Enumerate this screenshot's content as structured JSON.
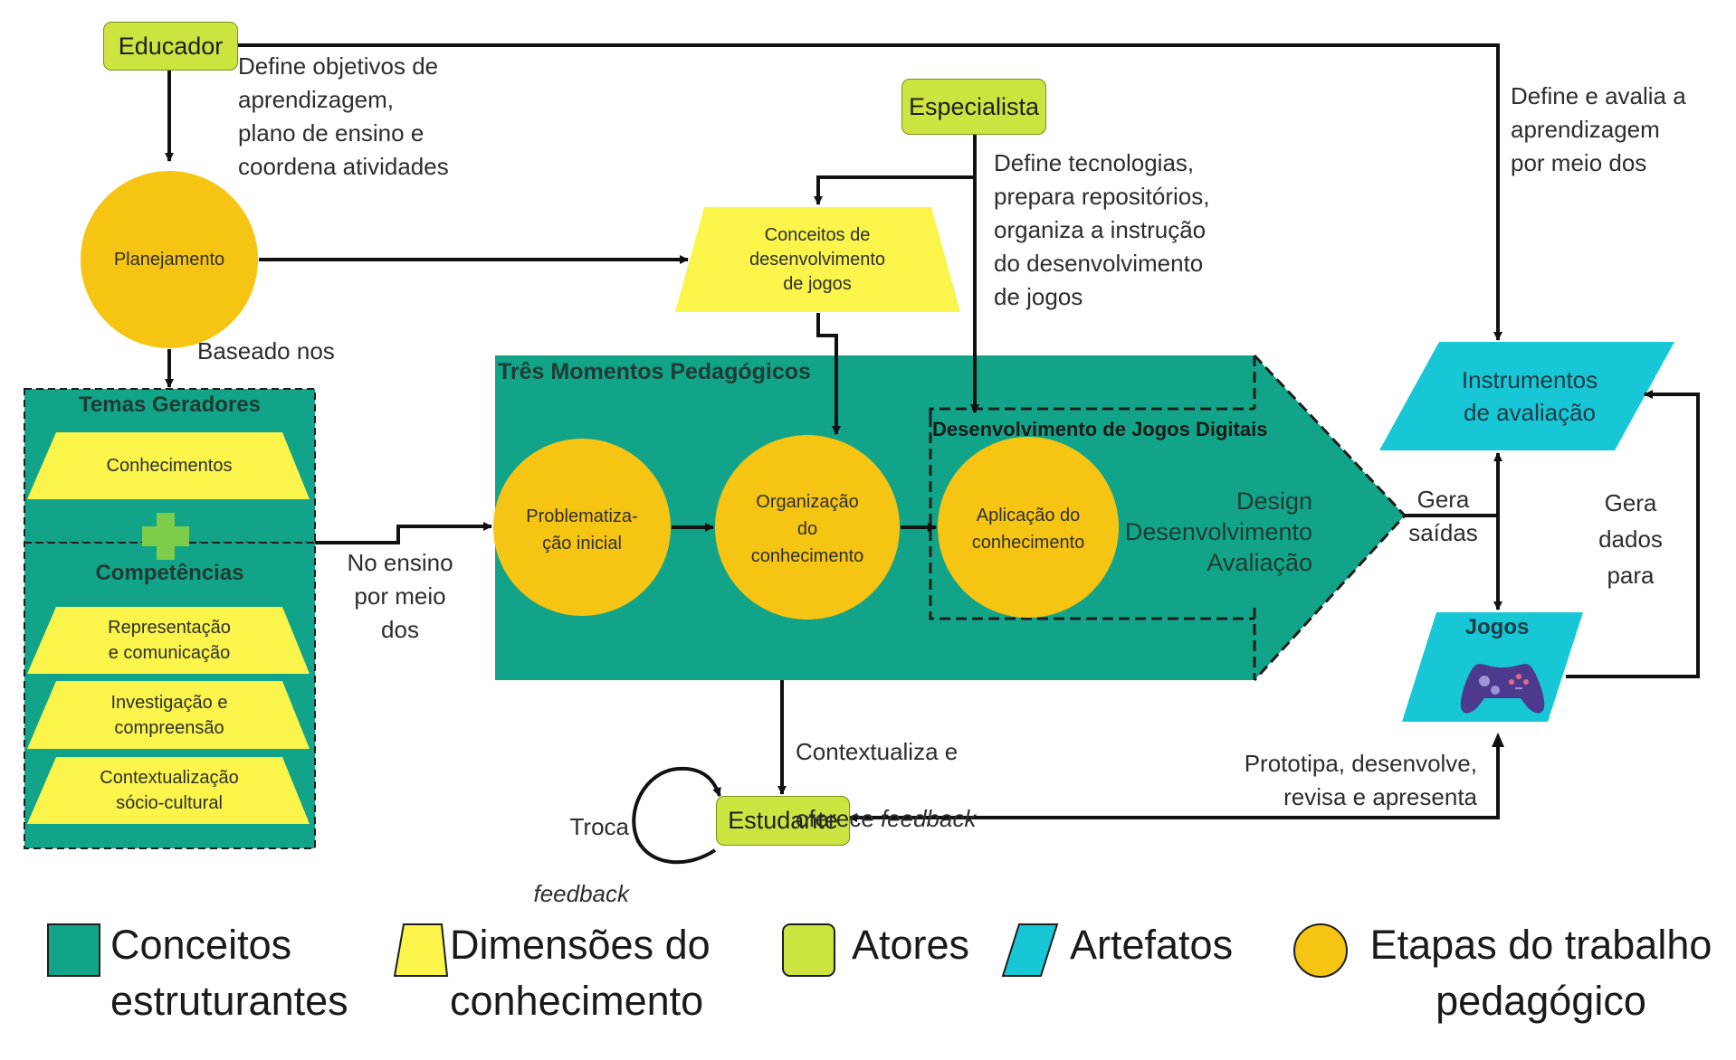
{
  "actors": {
    "educador": "Educador",
    "especialista": "Especialista",
    "estudante": "Estudante"
  },
  "notes": {
    "educador_desc": "Define objetivos de\naprendizagem,\nplano de ensino e\ncoordena atividades",
    "especialista_desc": "Define tecnologias,\nprepara repositórios,\norganiza a instrução\ndo desenvolvimento\nde jogos",
    "avalia_desc": "Define e avalia a\naprendizagem\npor meio dos",
    "baseado": "Baseado nos",
    "no_ensino": "No ensino\npor meio\ndos",
    "contextualiza_line1": "Contextualiza e",
    "contextualiza_line2_prefix": "oferece ",
    "contextualiza_line2_italic": "feedback",
    "troca": "Troca",
    "troca_italic": "feedback",
    "prototipa": "Prototipa, desenvolve,\nrevisa e apresenta",
    "gera_saidas": "Gera\nsaídas",
    "gera_dados": "Gera\ndados\npara"
  },
  "stages": {
    "planejamento": "Planejamento",
    "problematizacao": "Problematiza-\nção inicial",
    "organizacao": "Organização\ndo\nconhecimento",
    "aplicacao": "Aplicação do\nconhecimento"
  },
  "concepts": {
    "temas_geradores": "Temas Geradores",
    "competencias": "Competências",
    "tres_momentos": "Três Momentos Pedagógicos",
    "desenvolvimento_jogos": "Desenvolvimento de Jogos Digitais",
    "design_steps": "Design\nDesenvolvimento\nAvaliação"
  },
  "dimensions": {
    "conceitos_dev": "Conceitos de\ndesenvolvimento\nde jogos",
    "conhecimentos": "Conhecimentos",
    "representacao": "Representação\ne comunicação",
    "investigacao": "Investigação e\ncompreensão",
    "contextualizacao": "Contextualização\nsócio-cultural"
  },
  "artifacts": {
    "instrumentos": "Instrumentos\nde avaliação",
    "jogos": "Jogos"
  },
  "legend": {
    "conceitos": "Conceitos\nestruturantes",
    "dimensoes": "Dimensões  do\nconhecimento",
    "atores": "Atores",
    "artefatos": "Artefatos",
    "etapas": "Etapas do trabalho\npedagógico"
  },
  "colors": {
    "teal": "#12a488",
    "yellow": "#fbf44b",
    "green_actor": "#cde33f",
    "cyan": "#17c7d6",
    "orange": "#f6c412",
    "plus_green": "#7dcc4a"
  },
  "icons": {
    "gamepad": "gamepad-icon"
  }
}
